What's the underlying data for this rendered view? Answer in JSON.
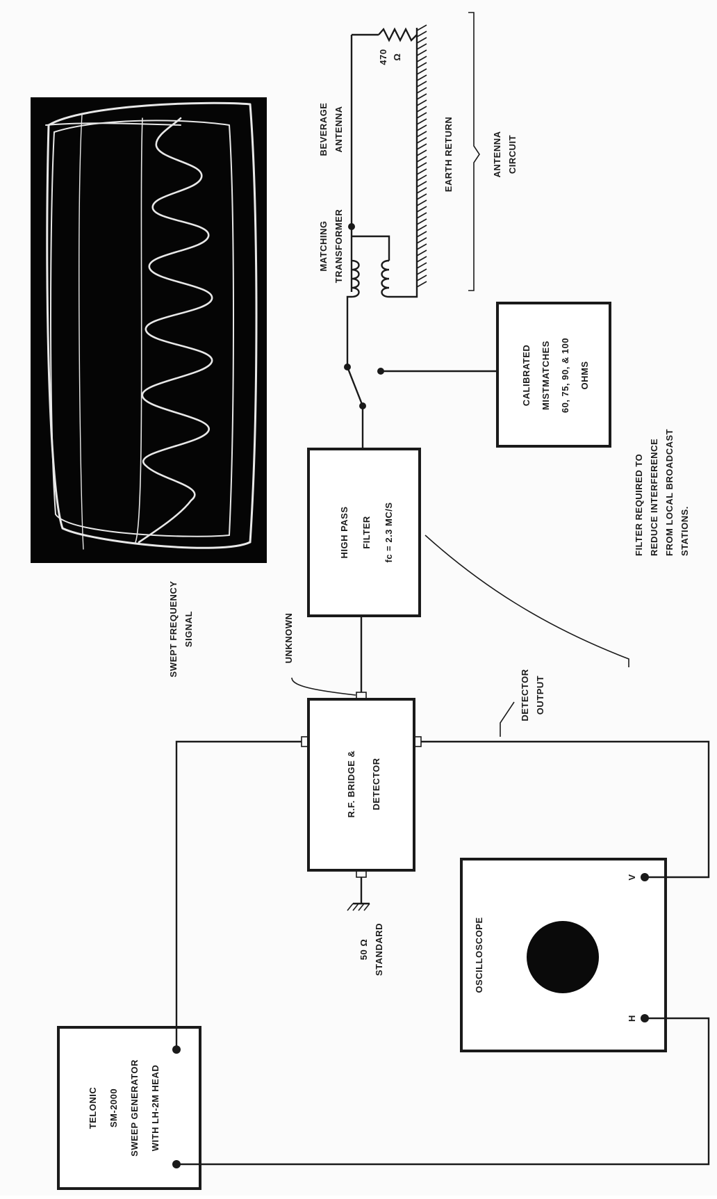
{
  "generator": {
    "line1": "TELONIC",
    "line2": "SM-2000",
    "line3": "SWEEP GENERATOR",
    "line4": "WITH LH-2M HEAD"
  },
  "swept_signal": {
    "line1": "SWEPT FREQUENCY",
    "line2": "SIGNAL"
  },
  "bridge": {
    "line1": "R.F. BRIDGE &",
    "line2": "DETECTOR"
  },
  "standard": {
    "line1": "50 Ω",
    "line2": "STANDARD"
  },
  "unknown_label": "UNKNOWN",
  "detector_output": {
    "line1": "DETECTOR",
    "line2": "OUTPUT"
  },
  "oscilloscope": {
    "label": "OSCILLOSCOPE",
    "terminal_v": "V",
    "terminal_h": "H"
  },
  "filter": {
    "line1": "HIGH PASS",
    "line2": "FILTER",
    "line3": "fc = 2.3 MC/S"
  },
  "filter_note": {
    "line1": "FILTER REQUIRED TO",
    "line2": "REDUCE INTERFERENCE",
    "line3": "FROM LOCAL BROADCAST",
    "line4": "STATIONS."
  },
  "mismatches": {
    "line1": "CALIBRATED",
    "line2": "MISTMATCHES",
    "line3": "60, 75, 90, & 100",
    "line4": "OHMS"
  },
  "matching_transformer": {
    "line1": "MATCHING",
    "line2": "TRANSFORMER"
  },
  "beverage_antenna": {
    "line1": "BEVERAGE",
    "line2": "ANTENNA"
  },
  "resistor": {
    "value": "470",
    "unit": "Ω"
  },
  "earth_return": "EARTH RETURN",
  "antenna_circuit": {
    "line1": "ANTENNA",
    "line2": "CIRCUIT"
  },
  "colors": {
    "ink": "#1a1a1a",
    "photo_bg": "#050505",
    "trace": "#e8e8e8"
  }
}
